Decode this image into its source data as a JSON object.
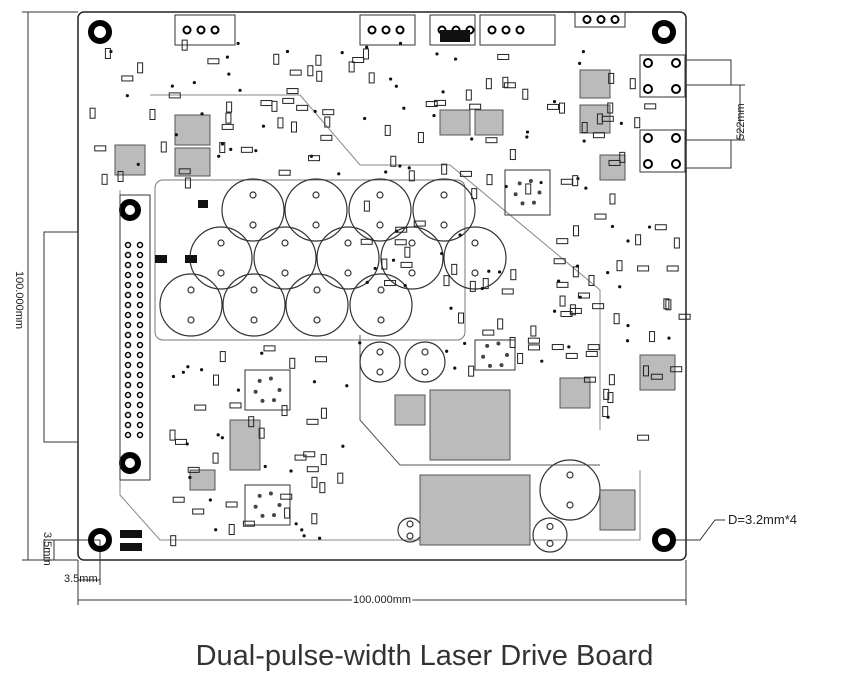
{
  "title": "Dual-pulse-width Laser Drive Board",
  "dimensions": {
    "width": "100.000mm",
    "height": "100.000mm",
    "hole_offset_x": "3.5mm",
    "hole_offset_y": "3.5mm",
    "connector_pitch": "522mm",
    "hole_diameter": "D=3.2mm*4"
  },
  "colors": {
    "line": "#222222",
    "pad": "#999999",
    "background": "#ffffff"
  }
}
